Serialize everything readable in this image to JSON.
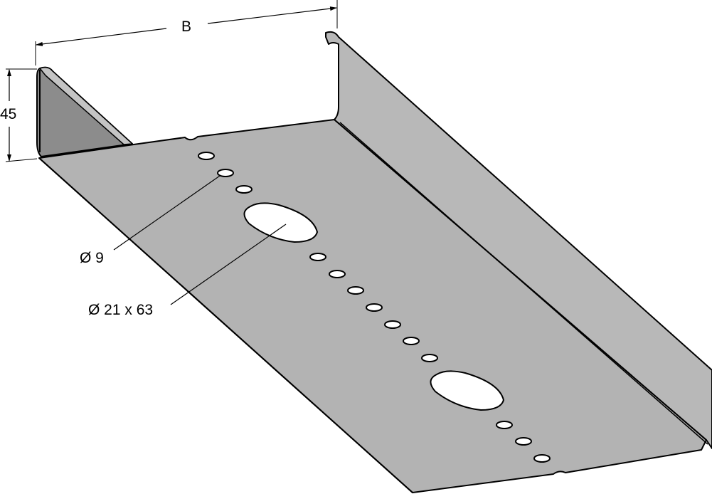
{
  "labels": {
    "width_dim": "B",
    "height_dim": "45",
    "hole_dim": "Ø 9",
    "slot_dim": "Ø 21 x 63"
  },
  "colors": {
    "sheet_metal": "#b3b3b3",
    "inner_wall": "#8c8c8c",
    "inner_wall_light": "#c8c8c8",
    "outline": "#000000",
    "hole_fill": "#ffffff"
  },
  "icons": [
    "dimension-arrow-icon"
  ]
}
